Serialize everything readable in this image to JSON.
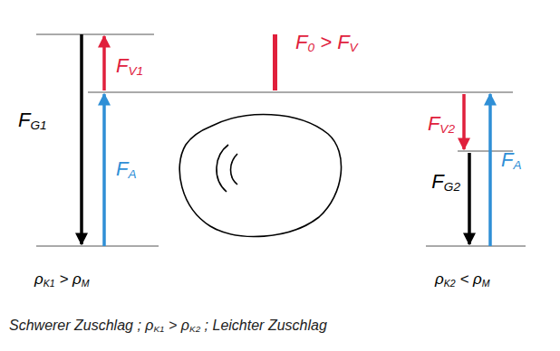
{
  "diagram": {
    "caption": "Schwerer Zuschlag ; ρK1 > ρK2 ; Leichter Zuschlag",
    "labels": [
      "FG1",
      "FV1",
      "FA",
      "F0 > FV",
      "FV2",
      "FG2",
      "FA",
      "ρK1 > ρM",
      "ρK2 < ρM"
    ]
  }
}
